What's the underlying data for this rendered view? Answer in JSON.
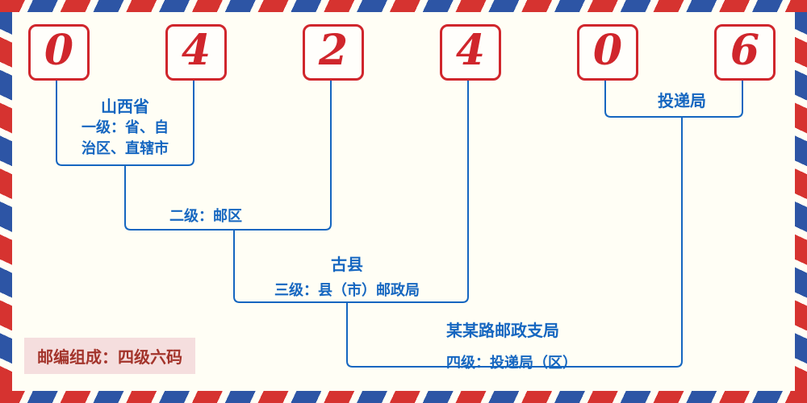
{
  "postal_code": "042406",
  "digits": [
    "0",
    "4",
    "2",
    "4",
    "0",
    "6"
  ],
  "labels": {
    "province_name": "山西省",
    "level1_line1": "一级：省、自",
    "level1_line2": "治区、直辖市",
    "level2": "二级：邮区",
    "county_name": "古县",
    "level3": "三级：县（市）邮政局",
    "delivery_office": "投递局",
    "branch_name": "某某路邮政支局",
    "level4": "四级：投递局（区）",
    "footer_note": "邮编组成：四级六码"
  },
  "colors": {
    "background": "#fffef5",
    "digit_red": "#d0262c",
    "line_blue": "#1566c0",
    "border_red": "#d63330",
    "border_blue": "#2d55a5",
    "footer_text": "#a3342b",
    "footer_bg": "#f5dede"
  }
}
